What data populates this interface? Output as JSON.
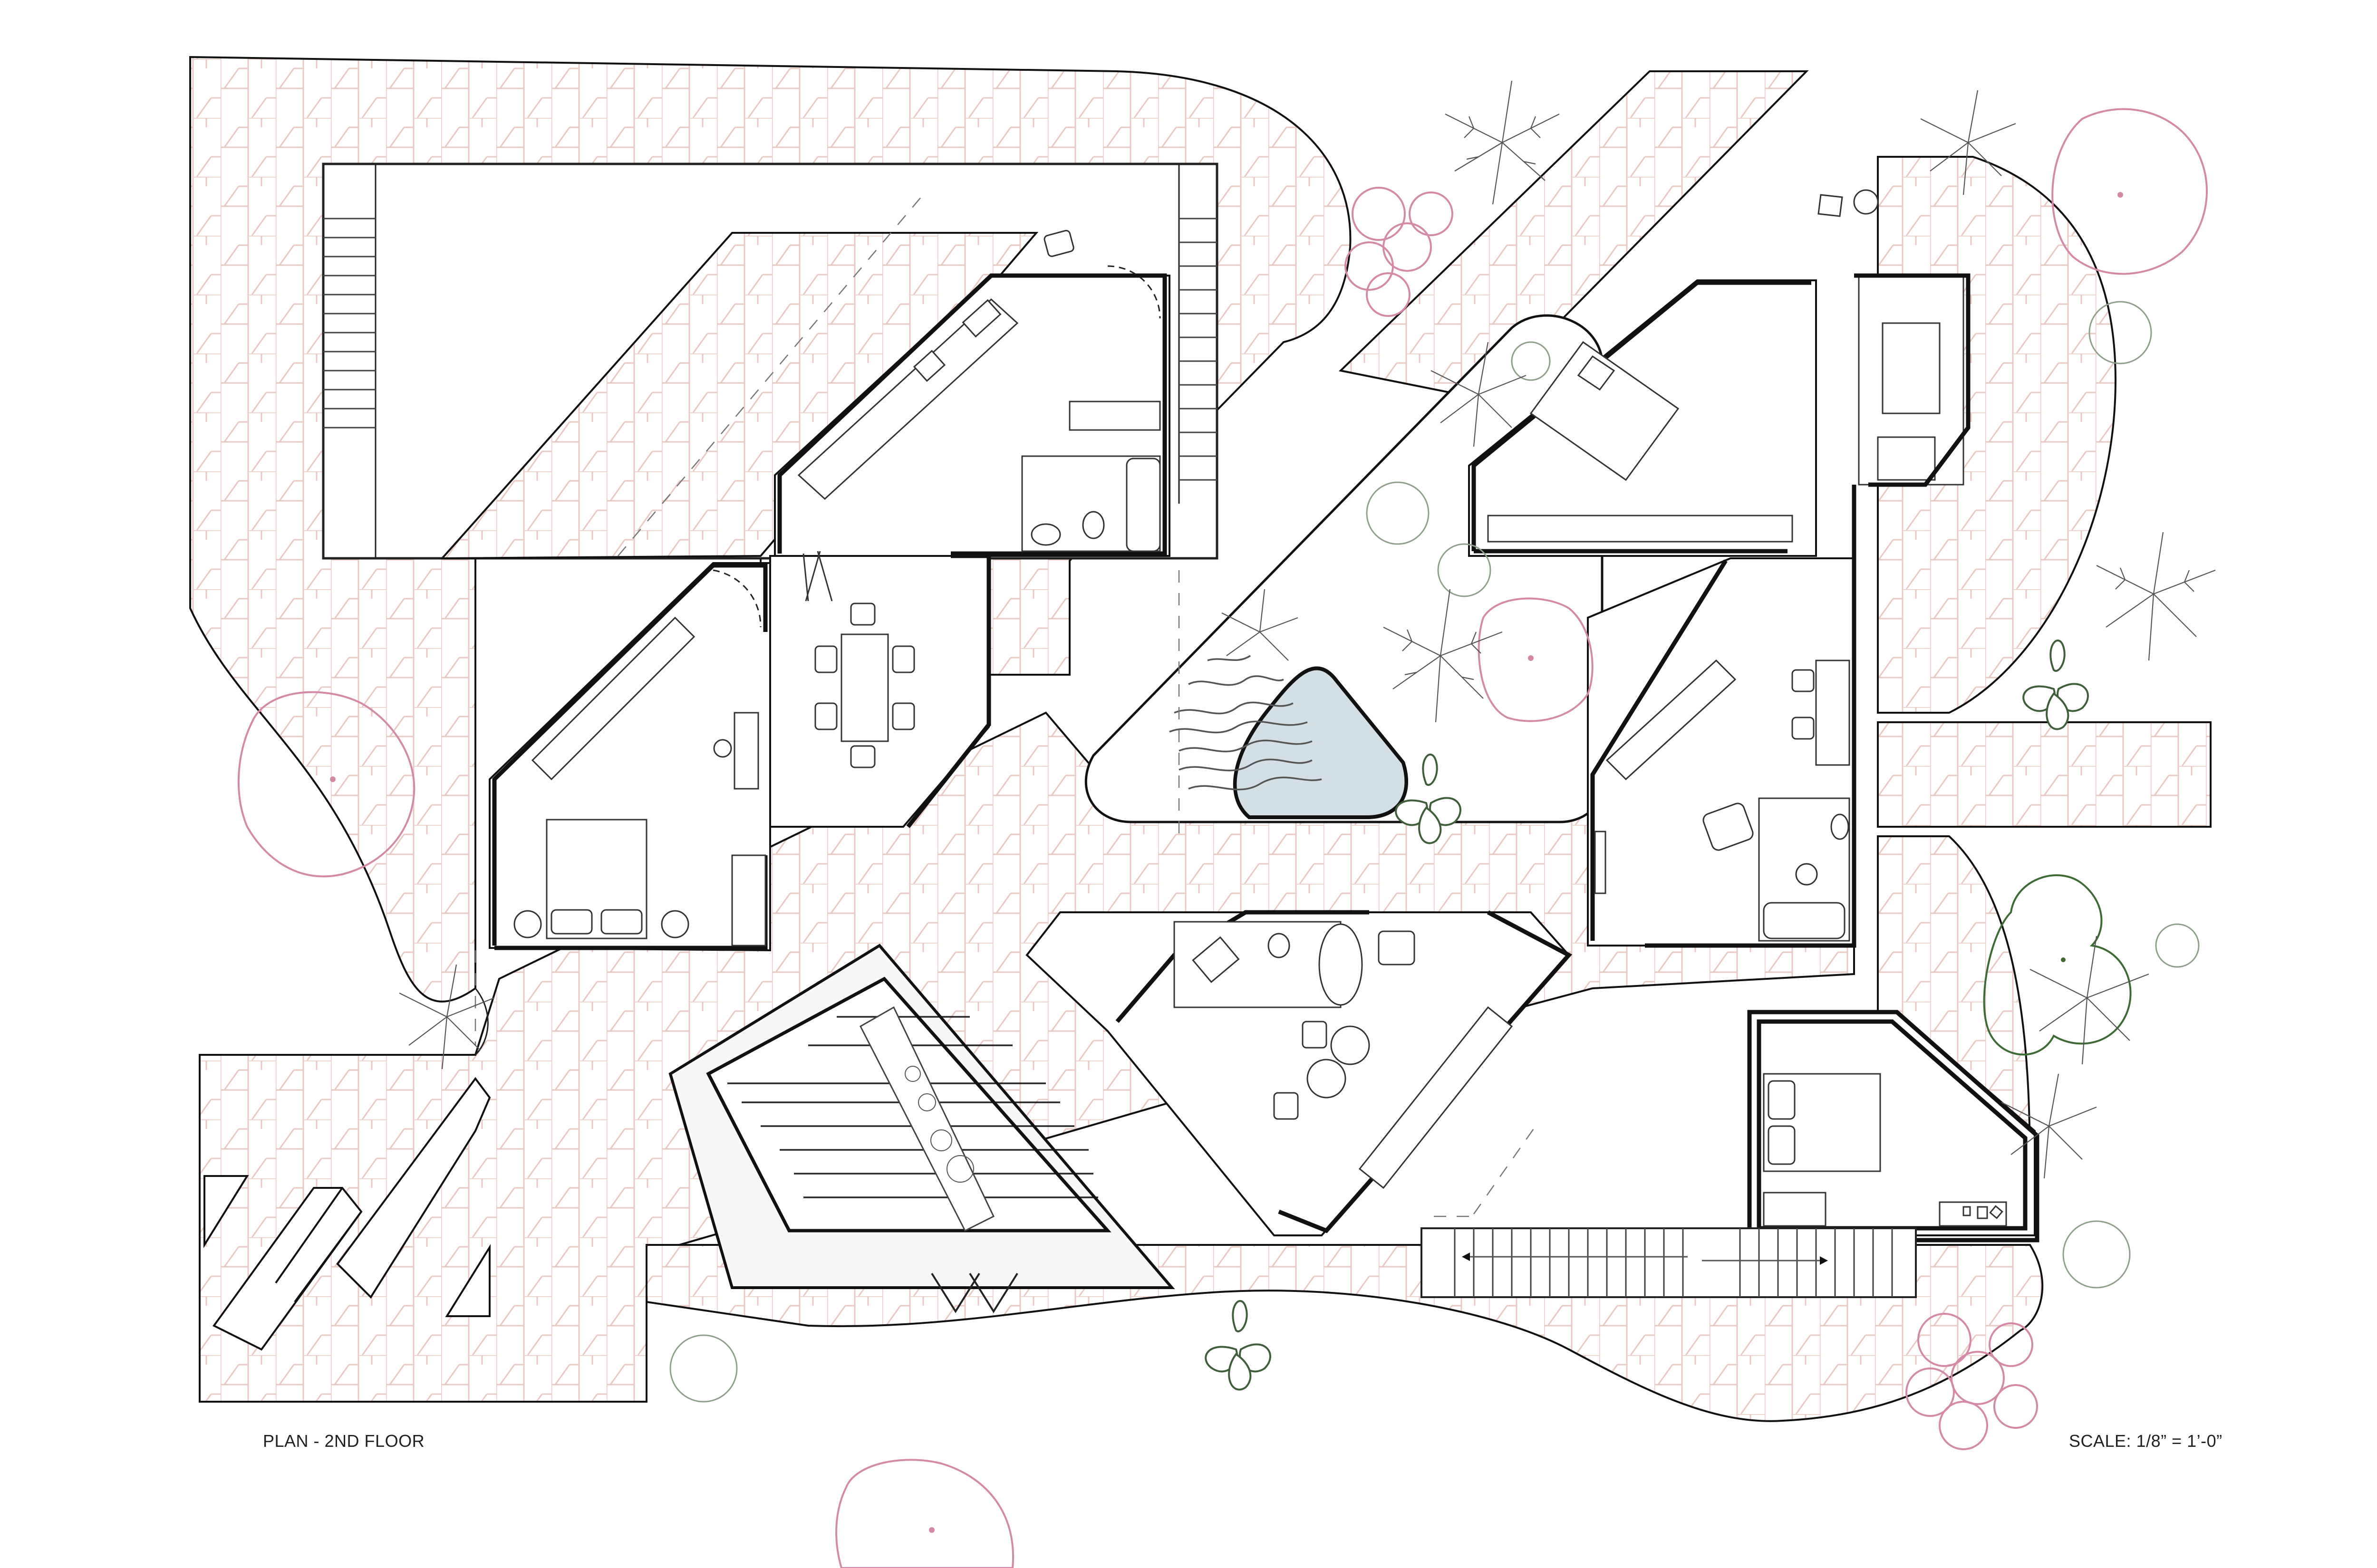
{
  "drawing": {
    "title": "PLAN - 2ND FLOOR",
    "scale": "SCALE: 1/8” = 1’-0”"
  },
  "colors": {
    "paving_line": "#e8c9c3",
    "wall": "#111111",
    "pool_fill": "#d3dfe4",
    "pink_tree": "#d48aa6",
    "green_tree": "#3d6b34",
    "grey_tree": "#8fa08a",
    "text": "#231f20"
  },
  "elements": {
    "rooms": [
      "kitchen-bath-unit-north",
      "bedroom-unit-west",
      "dining-area",
      "bedroom-unit-northeast",
      "kitchen-unit-east",
      "bath-kitchen-unit-south",
      "bedroom-unit-southeast",
      "courtyard-pool",
      "sunken-garden-pyramid",
      "outdoor-benches-southwest"
    ],
    "stairs": [
      "stair-north",
      "stair-south-bidirectional"
    ]
  }
}
